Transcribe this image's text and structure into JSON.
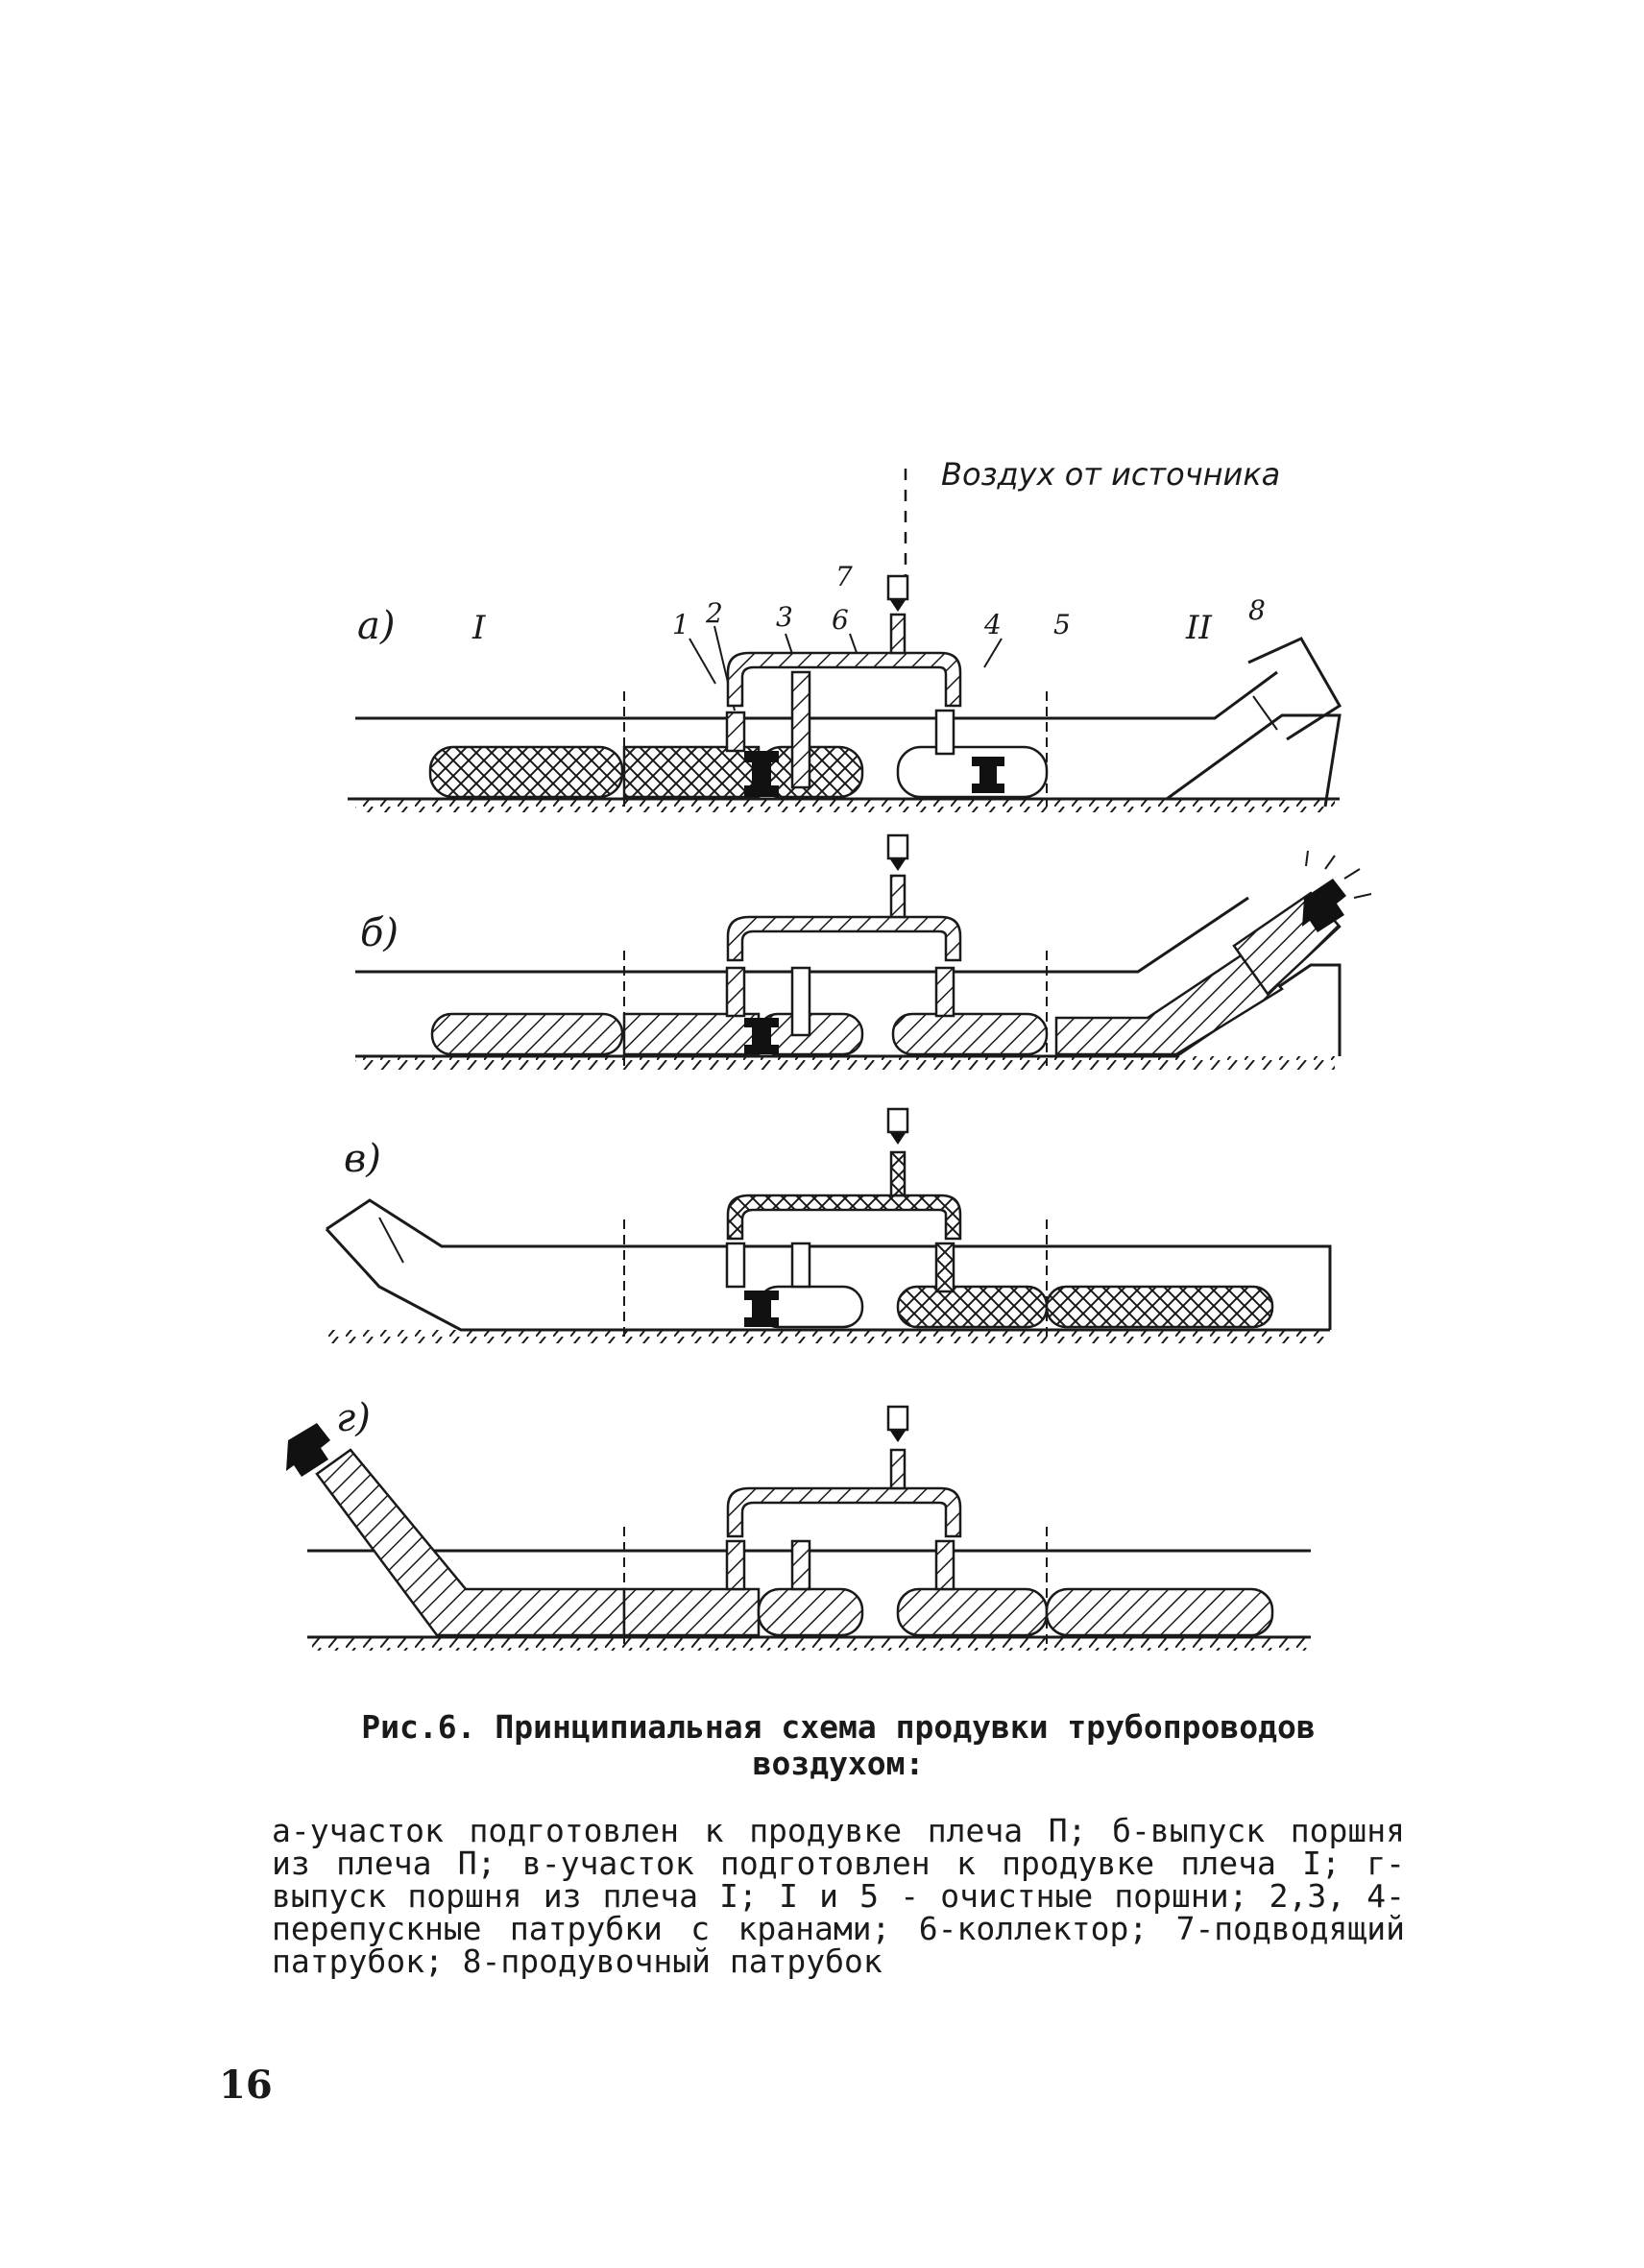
{
  "figure": {
    "source_label": "Воздух от источника",
    "panels": [
      {
        "letter": "а)",
        "labels": {
          "left_section": "I",
          "right_section": "II",
          "n1": "1",
          "n2": "2",
          "n3": "3",
          "n4": "4",
          "n5": "5",
          "n6": "6",
          "n7": "7",
          "n8": "8"
        }
      },
      {
        "letter": "б)"
      },
      {
        "letter": "в)"
      },
      {
        "letter": "г)"
      }
    ]
  },
  "caption": {
    "title": "Рис.6. Принципиальная схема продувки трубопроводов воздухом:",
    "body": "а-участок подготовлен к продувке плеча П; б-выпуск поршня из плеча П; в-участок подготовлен к продувке плеча I; г-выпуск поршня из плеча I; I и 5 - очистные поршни; 2,3, 4-перепускные патрубки с кранами; 6-коллектор; 7-подводящий патрубок; 8-продувочный патрубок"
  },
  "page_number": "16"
}
